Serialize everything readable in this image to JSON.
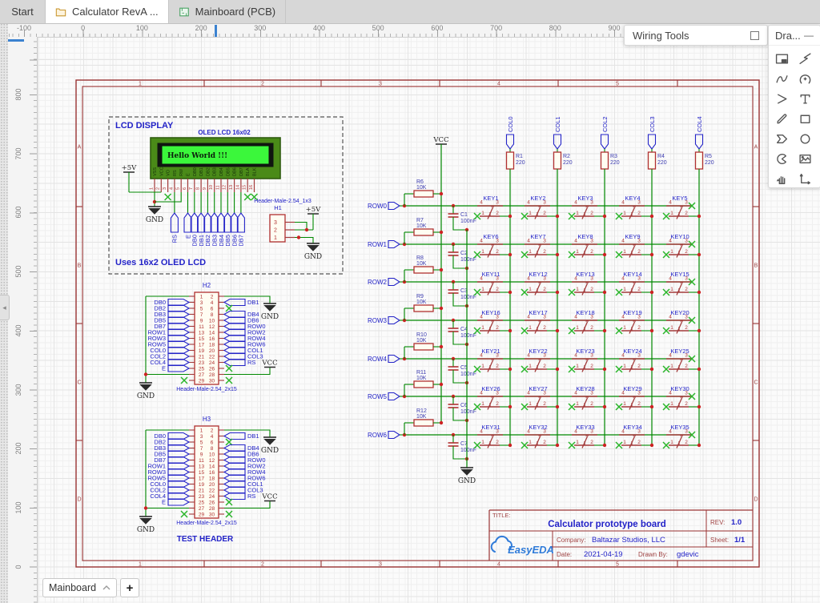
{
  "window": {
    "tabs": [
      {
        "label": "Start",
        "active": false,
        "icon": "none"
      },
      {
        "label": "Calculator RevA ...",
        "active": true,
        "icon": "folder"
      },
      {
        "label": "Mainboard (PCB)",
        "active": false,
        "icon": "pcb"
      }
    ],
    "panel_collapse_icon": "◂"
  },
  "rulers": {
    "horizontal": [
      "-100",
      "0",
      "100",
      "200",
      "300",
      "400",
      "500",
      "600",
      "700",
      "800",
      "900"
    ],
    "vertical": [
      "800",
      "700",
      "600",
      "500",
      "400",
      "300",
      "200",
      "100",
      "0"
    ]
  },
  "panels": {
    "wiring_tools": {
      "title": "Wiring Tools"
    },
    "drawing_tools": {
      "title": "Dra...",
      "collapse_icon": "—",
      "tools": [
        "canvas-attributes",
        "wire",
        "bezier",
        "arc",
        "arrow",
        "text",
        "pencil",
        "rectangle",
        "polygon",
        "ellipse",
        "pie",
        "image",
        "drag",
        "polyline"
      ]
    }
  },
  "bottom_bar": {
    "sheet_selector": "Mainboard",
    "add_label": "+"
  },
  "schematic": {
    "frame": {
      "zone_numbers": [
        "1",
        "2",
        "3",
        "4",
        "5"
      ],
      "zone_letters": [
        "A",
        "B",
        "C",
        "D"
      ]
    },
    "title_block": {
      "title_label": "TITLE:",
      "title": "Calculator prototype board",
      "rev_label": "REV:",
      "rev": "1.0",
      "company_label": "Company:",
      "company": "Baltazar Studios, LLC",
      "sheet_label": "Sheet:",
      "sheet": "1/1",
      "date_label": "Date:",
      "date": "2021-04-19",
      "drawn_label": "Drawn By:",
      "drawn_by": "gdevic",
      "logo": "EasyEDA"
    },
    "lcd_section": {
      "heading": "LCD DISPLAY",
      "note": "Uses 16x2 OLED LCD",
      "module_name": "OLED LCD 16x02",
      "display_text": "Hello World !!!",
      "pins": [
        "VSS",
        "VCC",
        "VO",
        "RS",
        "RW",
        "E",
        "DB0",
        "DB1",
        "DB2",
        "DB3",
        "DB4",
        "DB5",
        "DB6",
        "DB7",
        "BLA",
        "BLK"
      ],
      "pin_numbers": [
        "1",
        "2",
        "3",
        "4",
        "5",
        "6",
        "7",
        "8",
        "9",
        "10",
        "11",
        "12",
        "13",
        "14",
        "15",
        "16"
      ],
      "no_connect_pins": [
        3,
        15,
        16
      ],
      "net_flags": [
        {
          "pin": 4,
          "net": "RS"
        },
        {
          "pin": 6,
          "net": "E"
        },
        {
          "pin": 7,
          "net": "DB0"
        },
        {
          "pin": 8,
          "net": "DB1"
        },
        {
          "pin": 9,
          "net": "DB2"
        },
        {
          "pin": 10,
          "net": "DB3"
        },
        {
          "pin": 11,
          "net": "DB4"
        },
        {
          "pin": 12,
          "net": "DB5"
        },
        {
          "pin": 13,
          "net": "DB6"
        },
        {
          "pin": 14,
          "net": "DB7"
        }
      ],
      "power": {
        "plus5v": "+5V",
        "gnd": "GND"
      }
    },
    "h1": {
      "ref": "H1",
      "part": "Header-Male-2.54_1x3",
      "pins": [
        "3",
        "2",
        "1"
      ],
      "plus5v": "+5V",
      "gnd": "GND"
    },
    "headers": {
      "part": "Header-Male-2.54_2x15",
      "instances": [
        {
          "ref": "H2",
          "caption": ""
        },
        {
          "ref": "H3",
          "caption": "TEST HEADER"
        }
      ],
      "power": {
        "vcc": "VCC",
        "gnd": "GND"
      },
      "rows": [
        {
          "pins": [
            "1",
            "2"
          ],
          "left": {
            "type": "gnd-rail"
          },
          "right": {
            "type": "gnd"
          }
        },
        {
          "pins": [
            "3",
            "4"
          ],
          "left": {
            "type": "net",
            "label": "DB0"
          },
          "right": {
            "type": "net",
            "label": "DB1"
          }
        },
        {
          "pins": [
            "5",
            "6"
          ],
          "left": {
            "type": "net",
            "label": "DB2"
          },
          "right": {
            "type": "nc"
          }
        },
        {
          "pins": [
            "7",
            "8"
          ],
          "left": {
            "type": "net",
            "label": "DB3"
          },
          "right": {
            "type": "net",
            "label": "DB4"
          }
        },
        {
          "pins": [
            "9",
            "10"
          ],
          "left": {
            "type": "net",
            "label": "DB5"
          },
          "right": {
            "type": "net",
            "label": "DB6"
          }
        },
        {
          "pins": [
            "11",
            "12"
          ],
          "left": {
            "type": "net",
            "label": "DB7"
          },
          "right": {
            "type": "net",
            "label": "ROW0"
          }
        },
        {
          "pins": [
            "13",
            "14"
          ],
          "left": {
            "type": "net",
            "label": "ROW1"
          },
          "right": {
            "type": "net",
            "label": "ROW2"
          }
        },
        {
          "pins": [
            "15",
            "16"
          ],
          "left": {
            "type": "net",
            "label": "ROW3"
          },
          "right": {
            "type": "net",
            "label": "ROW4"
          }
        },
        {
          "pins": [
            "17",
            "18"
          ],
          "left": {
            "type": "net",
            "label": "ROW5"
          },
          "right": {
            "type": "net",
            "label": "ROW6"
          }
        },
        {
          "pins": [
            "19",
            "20"
          ],
          "left": {
            "type": "net",
            "label": "COL0"
          },
          "right": {
            "type": "net",
            "label": "COL1"
          }
        },
        {
          "pins": [
            "21",
            "22"
          ],
          "left": {
            "type": "net",
            "label": "COL2"
          },
          "right": {
            "type": "net",
            "label": "COL3"
          }
        },
        {
          "pins": [
            "23",
            "24"
          ],
          "left": {
            "type": "net",
            "label": "COL4"
          },
          "right": {
            "type": "net",
            "label": "RS"
          }
        },
        {
          "pins": [
            "25",
            "26"
          ],
          "left": {
            "type": "net",
            "label": "E"
          },
          "right": {
            "type": "nc"
          }
        },
        {
          "pins": [
            "27",
            "28"
          ],
          "left": {
            "type": "gnd-rail"
          },
          "right": {
            "type": "vcc"
          }
        },
        {
          "pins": [
            "29",
            "30"
          ],
          "left": {
            "type": "nc"
          },
          "right": {
            "type": "nc"
          }
        }
      ]
    },
    "matrix": {
      "vcc": "VCC",
      "gnd": "GND",
      "columns": [
        {
          "net": "COL0",
          "res": "R1",
          "value": "220"
        },
        {
          "net": "COL1",
          "res": "R2",
          "value": "220"
        },
        {
          "net": "COL2",
          "res": "R3",
          "value": "220"
        },
        {
          "net": "COL3",
          "res": "R4",
          "value": "220"
        },
        {
          "net": "COL4",
          "res": "R5",
          "value": "220"
        }
      ],
      "rows": [
        {
          "net": "ROW0",
          "res": "R6",
          "value": "10K",
          "cap": "C1",
          "cap_value": "100nF"
        },
        {
          "net": "ROW1",
          "res": "R7",
          "value": "10K",
          "cap": "C2",
          "cap_value": "100nF"
        },
        {
          "net": "ROW2",
          "res": "R8",
          "value": "10K",
          "cap": "C3",
          "cap_value": "100nF"
        },
        {
          "net": "ROW3",
          "res": "R9",
          "value": "10K",
          "cap": "C4",
          "cap_value": "100nF"
        },
        {
          "net": "ROW4",
          "res": "R10",
          "value": "10K",
          "cap": "C5",
          "cap_value": "100nF"
        },
        {
          "net": "ROW5",
          "res": "R11",
          "value": "10K",
          "cap": "C6",
          "cap_value": "100nF"
        },
        {
          "net": "ROW6",
          "res": "R12",
          "value": "10K",
          "cap": "C7",
          "cap_value": "100nF"
        }
      ],
      "keys": [
        "KEY1",
        "KEY2",
        "KEY3",
        "KEY4",
        "KEY5",
        "KEY6",
        "KEY7",
        "KEY8",
        "KEY9",
        "KEY10",
        "KEY11",
        "KEY12",
        "KEY13",
        "KEY14",
        "KEY15",
        "KEY16",
        "KEY17",
        "KEY18",
        "KEY19",
        "KEY20",
        "KEY21",
        "KEY22",
        "KEY23",
        "KEY24",
        "KEY25",
        "KEY26",
        "KEY27",
        "KEY28",
        "KEY29",
        "KEY30",
        "KEY31",
        "KEY32",
        "KEY33",
        "KEY34",
        "KEY35"
      ],
      "key_pin_numbers": [
        "4",
        "3",
        "1",
        "2"
      ]
    }
  }
}
